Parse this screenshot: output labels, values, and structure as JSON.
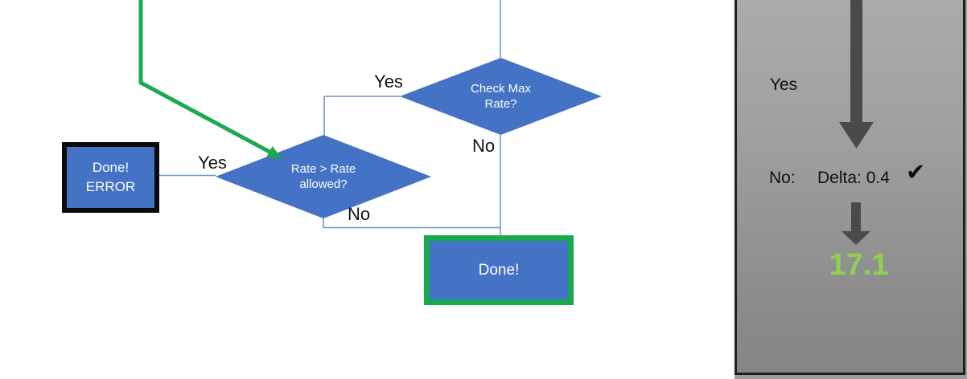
{
  "colors": {
    "shape_blue": "#4472c4",
    "connector_blue": "#6f94d0",
    "flow_green": "#1ca94f",
    "done_box_border_green": "#17a94c",
    "error_box_border_black": "#0b0b0b",
    "result_green": "#90d04f",
    "arrow_gray": "#4a4a4a",
    "panel_gray": "#9c9c9c"
  },
  "flowchart": {
    "decisions": [
      {
        "label": "Check Max\nRate?"
      },
      {
        "label": "Rate > Rate\nallowed?"
      }
    ],
    "terminals": [
      {
        "label": "Done!\nERROR"
      },
      {
        "label": "Done!"
      }
    ],
    "edge_labels": {
      "check_max_yes": "Yes",
      "check_max_no": "No",
      "rate_yes": "Yes",
      "rate_no": "No"
    }
  },
  "panel": {
    "yes_label": "Yes",
    "no_label": "No:",
    "delta_value": "Delta: 0.4",
    "check_icon": "✔",
    "result_value": "17.1"
  }
}
